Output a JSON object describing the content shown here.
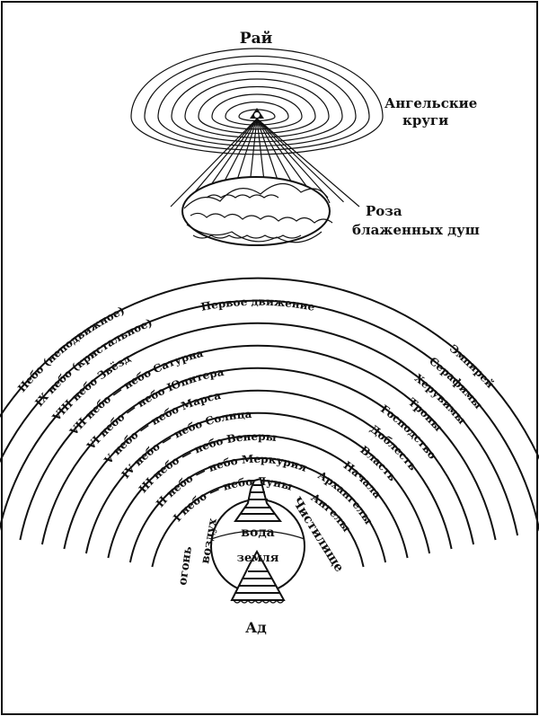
{
  "colors": {
    "ink": "#111111",
    "paper": "#ffffff"
  },
  "top": {
    "paradise": "Рай",
    "angelic_circles_1": "Ангельские",
    "angelic_circles_2": "круги",
    "rose_1": "Роза",
    "rose_2": "блаженных душ"
  },
  "heavens_left": [
    "Небо (неподвижное)",
    "IX небо (кристальное)",
    "VIII небо Звёзд",
    "VII небо — небо Сатурна",
    "VI небо — небо Юпитера",
    "V небо — небо Марса",
    "IV небо — небо Солнца",
    "III небо — небо Венеры",
    "II небо — небо Меркурия",
    "I небо — небо Луны"
  ],
  "heavens_right": [
    "Эмпирей",
    "Серафимы",
    "Херувимы",
    "Троны",
    "Господство",
    "Доблесть",
    "Власть",
    "Начала",
    "Архангелы",
    "Ангелы"
  ],
  "prime_mover": "Первое движение",
  "center": {
    "purgatory": "Чистилище",
    "water": "вода",
    "earth": "земля",
    "fire": "огонь",
    "air": "воздух",
    "hell": "Ад"
  }
}
